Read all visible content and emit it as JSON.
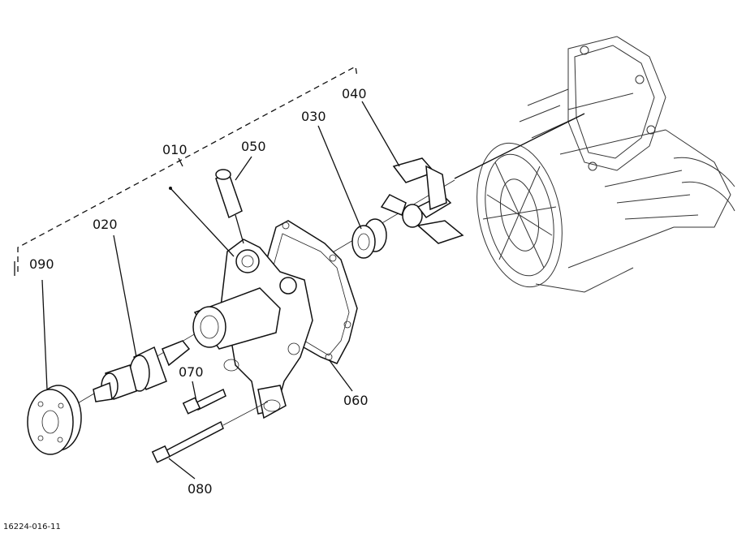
{
  "diagram": {
    "figure_code": "16224-016-11",
    "callouts": {
      "c010": "010",
      "c020": "020",
      "c030": "030",
      "c040": "040",
      "c050": "050",
      "c060": "060",
      "c070": "070",
      "c080": "080",
      "c090": "090"
    }
  }
}
